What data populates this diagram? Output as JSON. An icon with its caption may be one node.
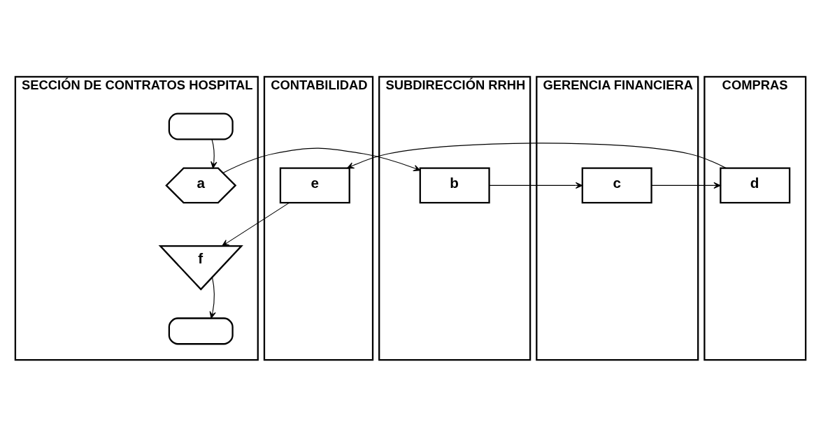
{
  "diagram": {
    "nodes": [
      {
        "text": [
          "SECCIÓN DE CONTRATOS HOSPITAL"
        ]
      },
      {
        "text": [
          "SUBDIRECCIÓN RRHH"
        ]
      },
      {
        "text": [
          "GERENCIA FINANCIERA"
        ]
      },
      {
        "text": [
          "COMPRAS"
        ]
      },
      {
        "text": [
          "CONTABILIDAD"
        ]
      },
      {
        "text": [],
        "shape": "terminal",
        "in": 0
      },
      {
        "text": [
          "a"
        ],
        "in": 0
      },
      {
        "text": [
          "b"
        ],
        "in": 1
      },
      {
        "text": [
          "c"
        ],
        "in": 2
      },
      {
        "text": [
          "d"
        ],
        "in": 3
      },
      {
        "text": [
          "e"
        ],
        "in": 4
      },
      {
        "text": [
          "f"
        ],
        "in": 0
      },
      {
        "text": [],
        "shape": "terminal",
        "in": 0
      }
    ],
    "edges": [
      {
        "from": 5,
        "to": 6,
        "arrow": "to"
      },
      {
        "from": 6,
        "to": 7,
        "arrow": "to"
      },
      {
        "from": 7,
        "to": 8,
        "arrow": "to"
      },
      {
        "from": 8,
        "to": 9,
        "arrow": "to"
      },
      {
        "from": 9,
        "to": 10,
        "arrow": "to"
      },
      {
        "from": 10,
        "to": 11,
        "arrow": "to"
      },
      {
        "from": 11,
        "to": 12,
        "arrow": "to"
      }
    ]
  }
}
